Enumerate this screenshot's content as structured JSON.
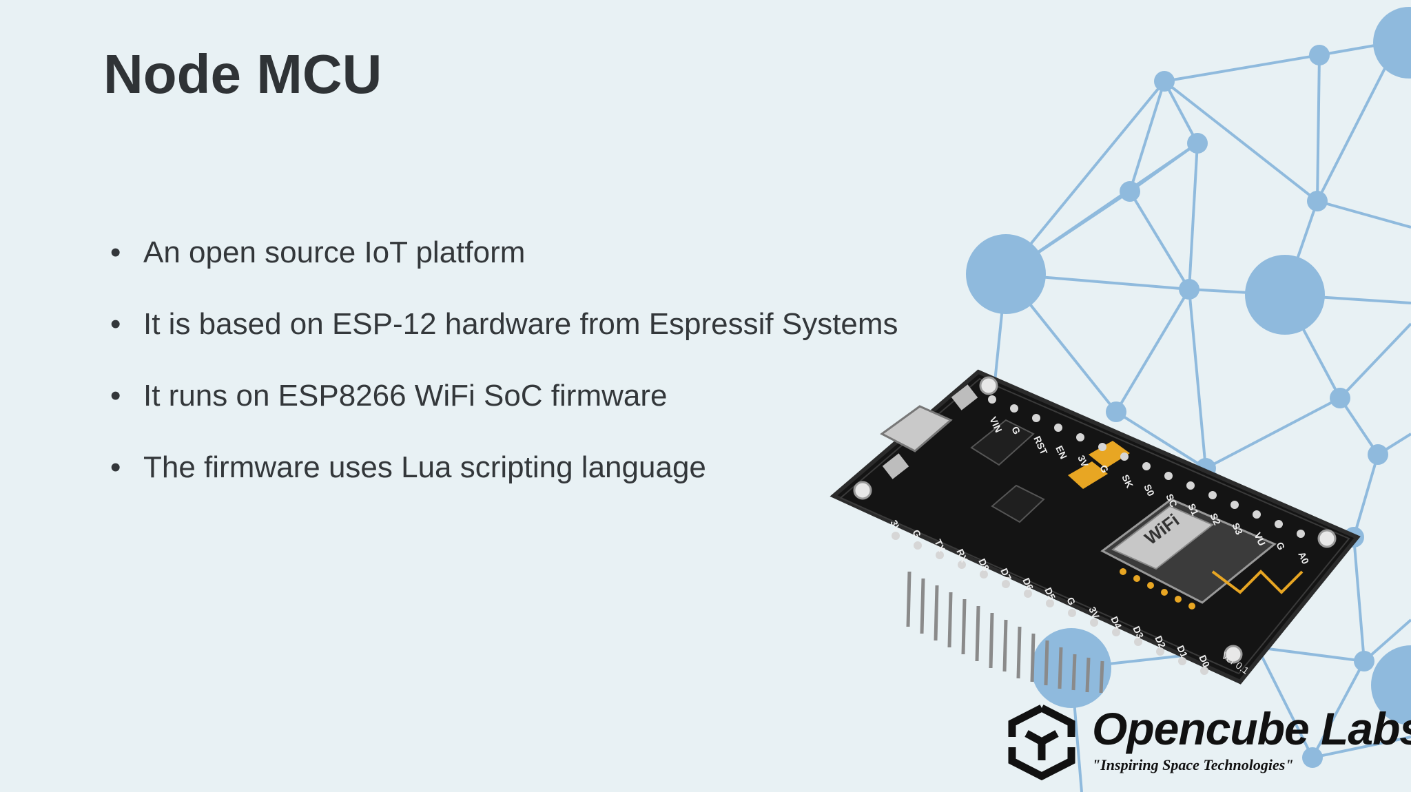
{
  "slide": {
    "title": "Node MCU",
    "bullets": [
      "An open source IoT platform",
      "It is based on ESP-12 hardware from Espressif Systems",
      "It runs on ESP8266 WiFi SoC firmware",
      "The firmware uses Lua scripting language"
    ]
  },
  "board": {
    "top_pins": [
      "VIN",
      "G",
      "RST",
      "EN",
      "3V",
      "G",
      "SK",
      "S0",
      "SC",
      "S1",
      "S2",
      "S3",
      "VU",
      "G",
      "A0"
    ],
    "bottom_pins": [
      "3V",
      "G",
      "TX",
      "RX",
      "D8",
      "D7",
      "D6",
      "D5",
      "G",
      "3V",
      "D4",
      "D3",
      "D2",
      "D1",
      "D0"
    ],
    "module_label": "WiFi",
    "corner_label": "Ver 0.1"
  },
  "logo": {
    "name": "Opencube Labs",
    "tagline": "\"Inspiring Space Technologies\""
  },
  "colors": {
    "background": "#e8f1f4",
    "network": "#8fbadd",
    "title_text": "#2f3336",
    "body_text": "#33373a"
  }
}
